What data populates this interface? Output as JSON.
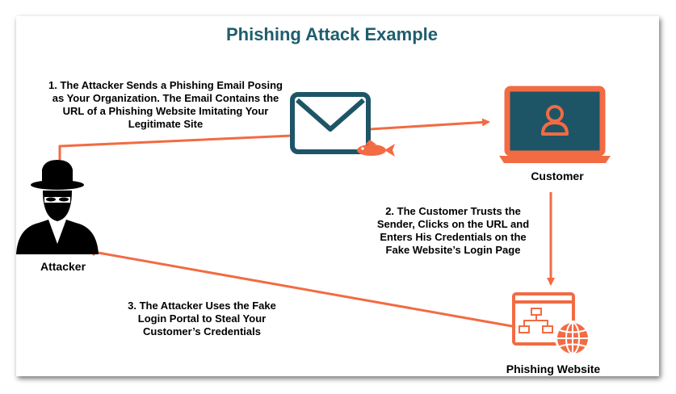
{
  "title": "Phishing Attack Example",
  "steps": {
    "step1": "1. The Attacker Sends a Phishing Email Posing as Your Organization. The Email Contains the URL of a Phishing Website Imitating Your Legitimate Site",
    "step2": "2. The Customer Trusts the Sender, Clicks on the URL and Enters His Credentials on the Fake Website’s Login Page",
    "step3": "3. The Attacker Uses the Fake Login Portal to Steal Your Customer’s Credentials"
  },
  "actors": {
    "attacker": "Attacker",
    "customer": "Customer",
    "phishing_website": "Phishing Website"
  },
  "colors": {
    "accent": "#f26b43",
    "title": "#1f5d6e",
    "dark": "#1d5566",
    "ink": "#000000"
  },
  "icons": [
    "hacker-icon",
    "envelope-icon",
    "fish-icon",
    "laptop-icon",
    "user-icon",
    "website-icon",
    "globe-icon"
  ]
}
